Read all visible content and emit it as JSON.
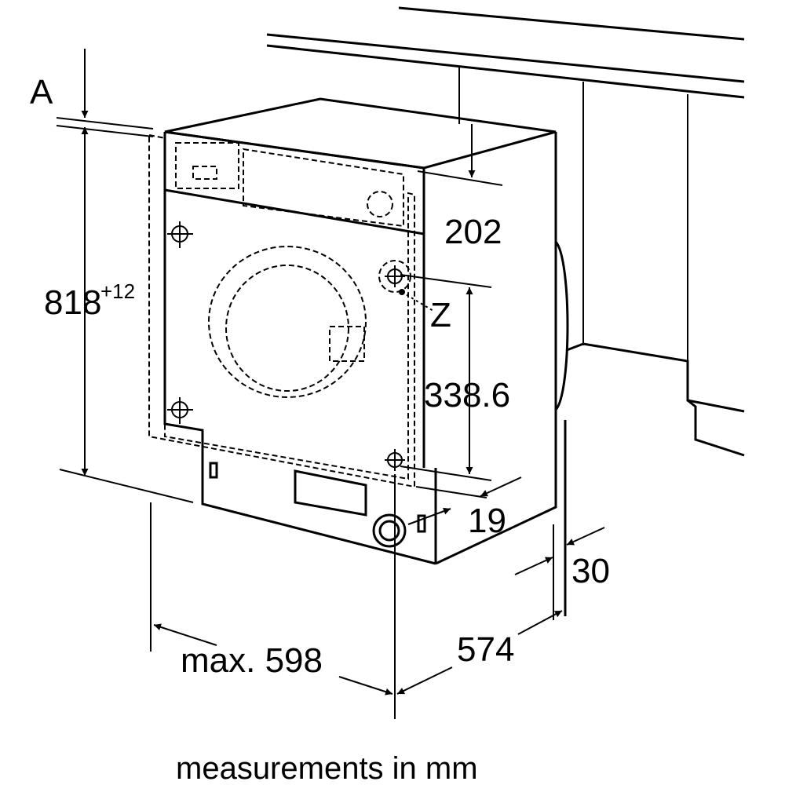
{
  "diagram": {
    "labels": {
      "a": "A",
      "z": "Z",
      "height": "818",
      "height_tolerance": "+12",
      "h202": "202",
      "h338": "338.6",
      "d19": "19",
      "d30": "30",
      "width_max": "max. 598",
      "depth": "574"
    },
    "caption": "measurements in mm"
  }
}
